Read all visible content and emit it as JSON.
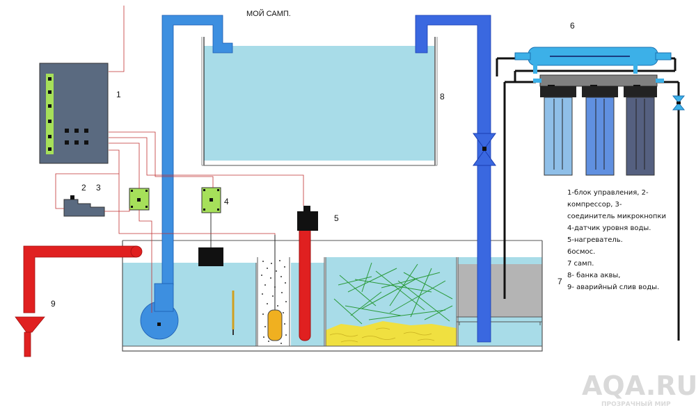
{
  "title": "МОЙ САМП.",
  "numbers": {
    "n1": "1",
    "n2": "2",
    "n3": "3",
    "n4": "4",
    "n5": "5",
    "n6": "6",
    "n7": "7",
    "n8": "8",
    "n9": "9"
  },
  "legend": [
    "1-блок управления, 2-",
    "компрессор, 3-",
    "соединитель микрокнопки",
    "4-датчик уровня воды.",
    "5-нагреватель.",
    "6осмос.",
    "7 самп.",
    "8- банка аквы,",
    "9- аварийный слив воды."
  ],
  "watermark": {
    "brand": "AQA.RU",
    "tagline": "ПРОЗРАЧНЫЙ МИР"
  },
  "colors": {
    "water": "#a8dce8",
    "pipe_blue": "#3d8fe0",
    "pipe_red": "#e02020",
    "control_block": "#5a6a80",
    "drain_pipe_blue": "#3a68e0",
    "sensor_green": "#a6e05a",
    "sand": "#f0e040",
    "wire": "#c03030",
    "filter_light": "#8fbfe8",
    "filter_mid": "#6090e0",
    "filter_dark": "#556080"
  }
}
